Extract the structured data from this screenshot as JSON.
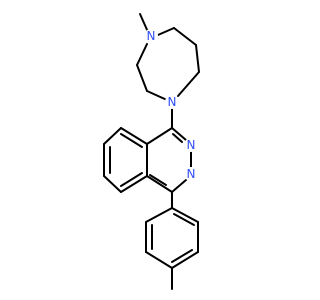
{
  "molecule": {
    "atom_labels": {
      "n_methyl": "N",
      "n_ring_attach": "N",
      "n_pyridazine_top": "N",
      "n_pyridazine_bottom": "N"
    },
    "colors": {
      "nitrogen": "#3050F8",
      "bond": "#000000",
      "background": "#ffffff"
    }
  }
}
